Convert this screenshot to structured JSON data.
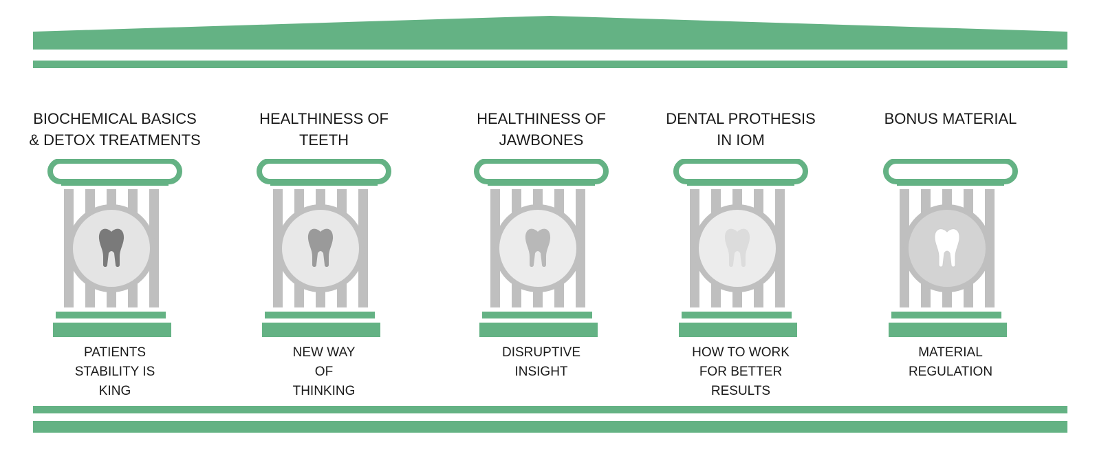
{
  "colors": {
    "green": "#64b284",
    "shaft_gray": "#bfbfbf",
    "text": "#1a1a1a"
  },
  "pillars": [
    {
      "title": "BIOCHEMICAL BASICS\n& DETOX TREATMENTS",
      "subtitle": "PATIENTS\nSTABILITY IS\nKING",
      "tooth_color": "#7a7a7a",
      "medallion_color": "#e4e4e4",
      "icon": "tooth-icon"
    },
    {
      "title": "HEALTHINESS OF\nTEETH",
      "subtitle": "NEW WAY\nOF\nTHINKING",
      "tooth_color": "#9a9a9a",
      "medallion_color": "#e8e8e8",
      "icon": "tooth-icon"
    },
    {
      "title": "HEALTHINESS OF\nJAWBONES",
      "subtitle": "DISRUPTIVE\nINSIGHT",
      "tooth_color": "#b8b8b8",
      "medallion_color": "#ececec",
      "icon": "tooth-icon"
    },
    {
      "title": "DENTAL PROTHESIS\nIN IOM",
      "subtitle": "HOW TO WORK\nFOR BETTER\nRESULTS",
      "tooth_color": "#dcdcdc",
      "medallion_color": "#ececec",
      "icon": "tooth-icon"
    },
    {
      "title": "BONUS MATERIAL",
      "subtitle": "MATERIAL\nREGULATION",
      "tooth_color": "#ffffff",
      "medallion_color": "#d3d3d3",
      "icon": "tooth-icon"
    }
  ]
}
